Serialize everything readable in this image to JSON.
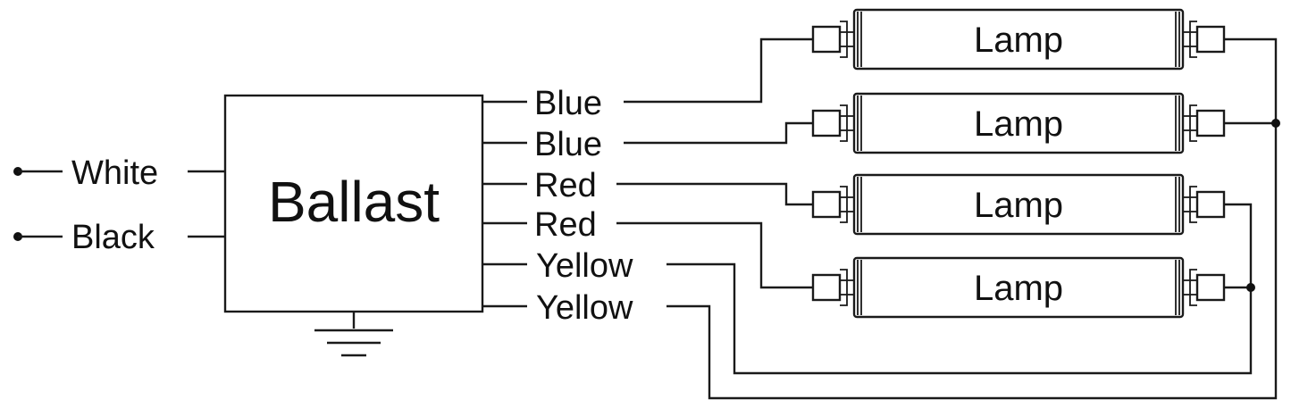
{
  "ballast": {
    "label": "Ballast"
  },
  "inputs": [
    {
      "label": "White"
    },
    {
      "label": "Black"
    }
  ],
  "outputs": [
    {
      "label": "Blue"
    },
    {
      "label": "Blue"
    },
    {
      "label": "Red"
    },
    {
      "label": "Red"
    },
    {
      "label": "Yellow"
    },
    {
      "label": "Yellow"
    }
  ],
  "lamps": [
    {
      "label": "Lamp"
    },
    {
      "label": "Lamp"
    },
    {
      "label": "Lamp"
    },
    {
      "label": "Lamp"
    }
  ]
}
